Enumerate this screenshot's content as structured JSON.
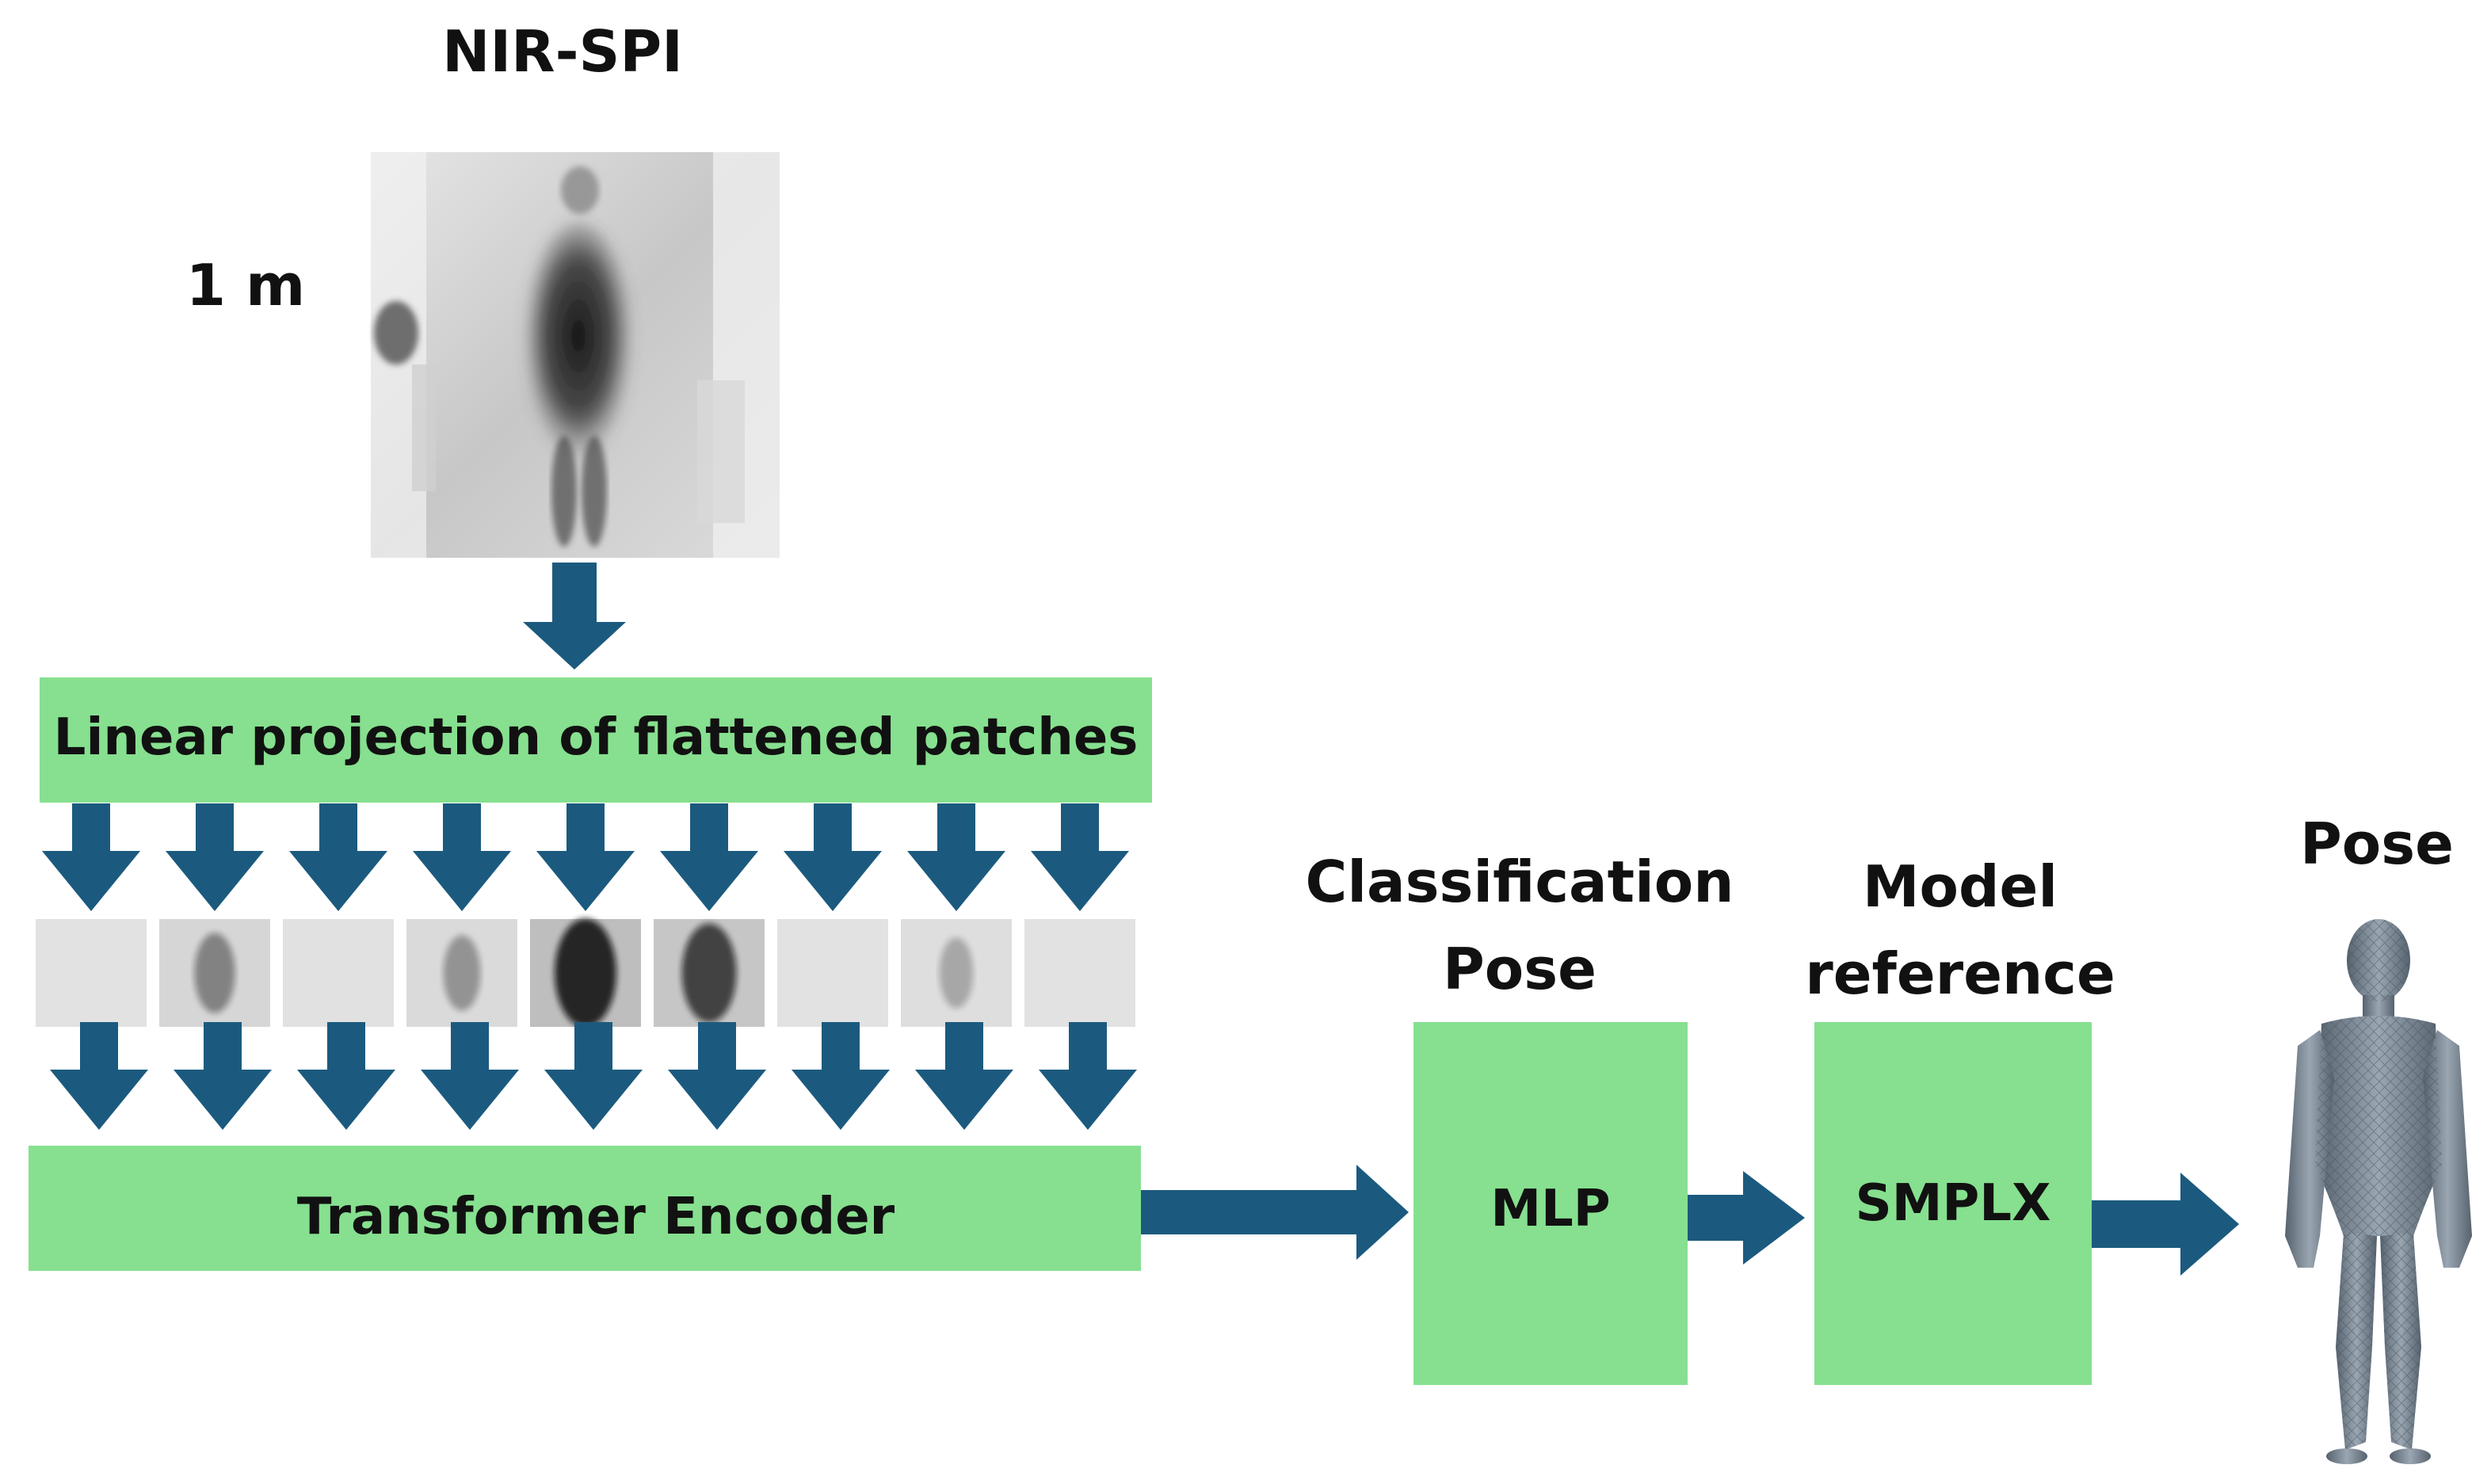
{
  "title": "NIR-SPI",
  "distance_label": "1 m",
  "blocks": {
    "linear_projection": "Linear projection of flattened patches",
    "transformer": "Transformer Encoder",
    "mlp": "MLP",
    "smplx": "SMPLX"
  },
  "headings": {
    "classification_line1": "Classification",
    "classification_line2": "Pose",
    "model_line1": "Model",
    "model_line2": "reference",
    "output": "Pose"
  },
  "colors": {
    "block_fill": "#86e08f",
    "arrow_fill": "#1b5a7e",
    "human_fill": "#7f8c99"
  },
  "patch_count": 9,
  "patch_darkness": [
    0.05,
    0.35,
    0.08,
    0.25,
    0.95,
    0.75,
    0.05,
    0.15,
    0.05
  ]
}
